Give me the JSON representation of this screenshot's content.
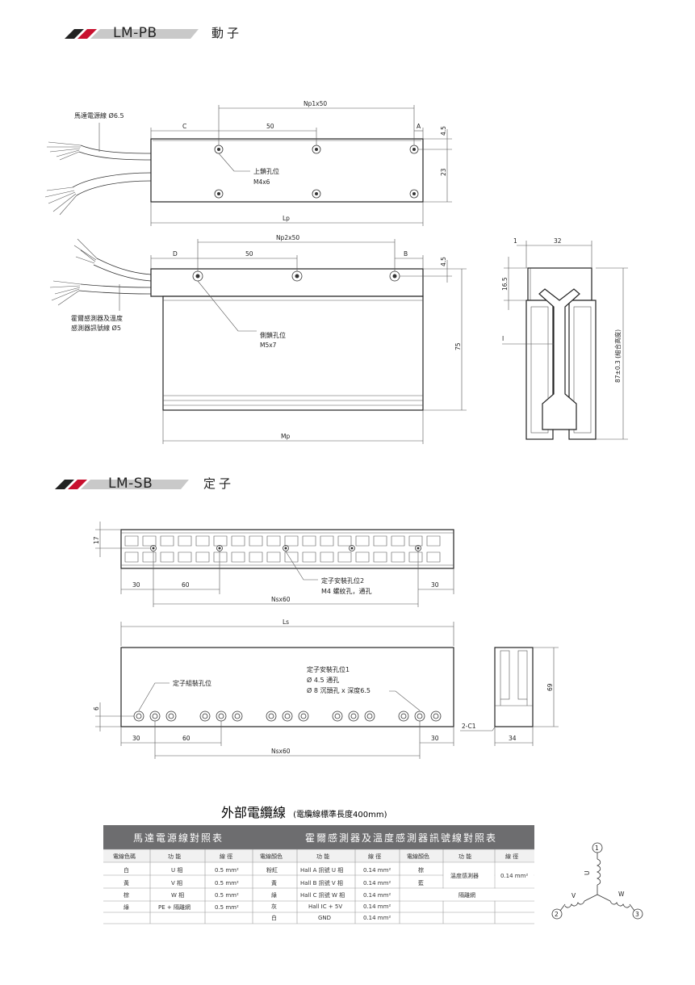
{
  "sections": {
    "mover": {
      "model": "LM-PB",
      "name": "動子"
    },
    "stator": {
      "model": "LM-SB",
      "name": "定子"
    }
  },
  "mover_top": {
    "cable_label": "馬達電源線 Ø6.5",
    "np1": "Np1x50",
    "c": "C",
    "pitch": "50",
    "a": "A",
    "d45": "4.5",
    "d23": "23",
    "hole_label_1": "上鎖孔位",
    "hole_label_2": "M4x6",
    "lp": "Lp"
  },
  "mover_side": {
    "np2": "Np2x50",
    "d": "D",
    "pitch": "50",
    "b": "B",
    "d45": "4.5",
    "cable_label_1": "霍爾感測器及溫度",
    "cable_label_2": "感測器訊號線 Ø5",
    "hole_label_1": "側鎖孔位",
    "hole_label_2": "M5x7",
    "d75": "75",
    "mp": "Mp"
  },
  "mover_end": {
    "d1": "1",
    "d32": "32",
    "d165": "16.5",
    "i": "I",
    "height": "87±0.3 (組合高度)"
  },
  "stator_top": {
    "d17": "17",
    "d30_left": "30",
    "d60": "60",
    "d30_right": "30",
    "nsx60": "Nsx60",
    "hole_label_1": "定子安裝孔位2",
    "hole_label_2": "M4 螺紋孔，通孔"
  },
  "stator_side": {
    "ls": "Ls",
    "assembly_hole": "定子組裝孔位",
    "mount_1": "定子安裝孔位1",
    "mount_2": "Ø 4.5 通孔",
    "mount_3": "Ø 8 沉頭孔 x 深度6.5",
    "d6": "6",
    "d30_left": "30",
    "d60": "60",
    "d30_right": "30",
    "nsx60": "Nsx60",
    "c1": "2-C1",
    "d34": "34",
    "d69": "69"
  },
  "cables": {
    "title": "外部電纜線",
    "subtitle": "(電纜線標準長度400mm)",
    "motor_title": "馬達電源線對照表",
    "hall_title": "霍爾感測器及溫度感測器訊號線對照表",
    "headers": [
      "電線色碼",
      "功 能",
      "線 徑",
      "電線顏色",
      "功 能",
      "線 徑",
      "電線顏色",
      "功 能",
      "線 徑"
    ],
    "motor_rows": [
      [
        "白",
        "U 相",
        "0.5 mm²"
      ],
      [
        "黃",
        "V 相",
        "0.5 mm²"
      ],
      [
        "棕",
        "W 相",
        "0.5 mm²"
      ],
      [
        "綠",
        "PE + 隔離網",
        "0.5 mm²"
      ],
      [
        "",
        "",
        ""
      ]
    ],
    "hall_rows": [
      [
        "粉紅",
        "Hall A 訊號 U 相",
        "0.14 mm²"
      ],
      [
        "黃",
        "Hall B 訊號 V 相",
        "0.14 mm²"
      ],
      [
        "綠",
        "Hall C 訊號 W 相",
        "0.14 mm²"
      ],
      [
        "灰",
        "Hall IC + 5V",
        "0.14 mm²"
      ],
      [
        "白",
        "GND",
        "0.14 mm²"
      ]
    ],
    "temp_colors": [
      "棕",
      "藍"
    ],
    "temp_function": "溫度感測器",
    "temp_gauge": "0.14 mm²",
    "shield": "隔離網"
  },
  "winding": {
    "n1": "1",
    "n2": "2",
    "n3": "3",
    "u": "U",
    "v": "V",
    "w": "W"
  },
  "colors": {
    "header_gray": "#6d6d6f",
    "accent_red": "#c8102e"
  }
}
